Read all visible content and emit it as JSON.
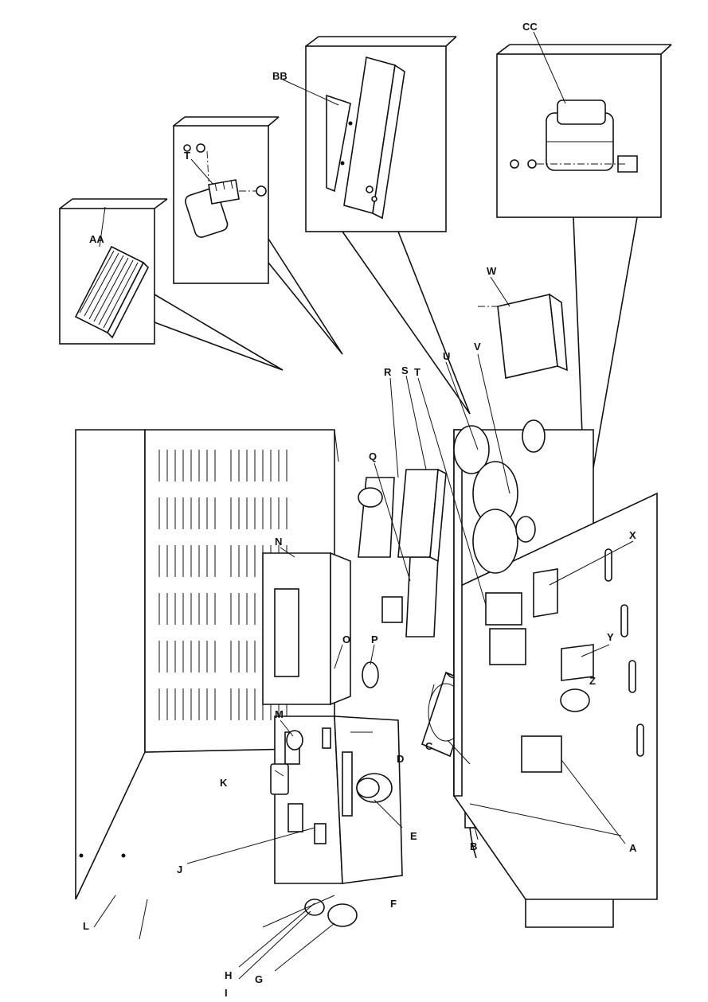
{
  "labels": {
    "A": "A",
    "B": "B",
    "C": "C",
    "D": "D",
    "E": "E",
    "F": "F",
    "G": "G",
    "H": "H",
    "I": "I",
    "J": "J",
    "K": "K",
    "L": "L",
    "M": "M",
    "N": "N",
    "O": "O",
    "P": "P",
    "Q": "Q",
    "R": "R",
    "S": "S",
    "T": "T",
    "T2": "T",
    "U": "U",
    "V": "V",
    "W": "W",
    "X": "X",
    "Y": "Y",
    "Z": "Z",
    "AA": "AA",
    "BB": "BB",
    "CC": "CC"
  }
}
